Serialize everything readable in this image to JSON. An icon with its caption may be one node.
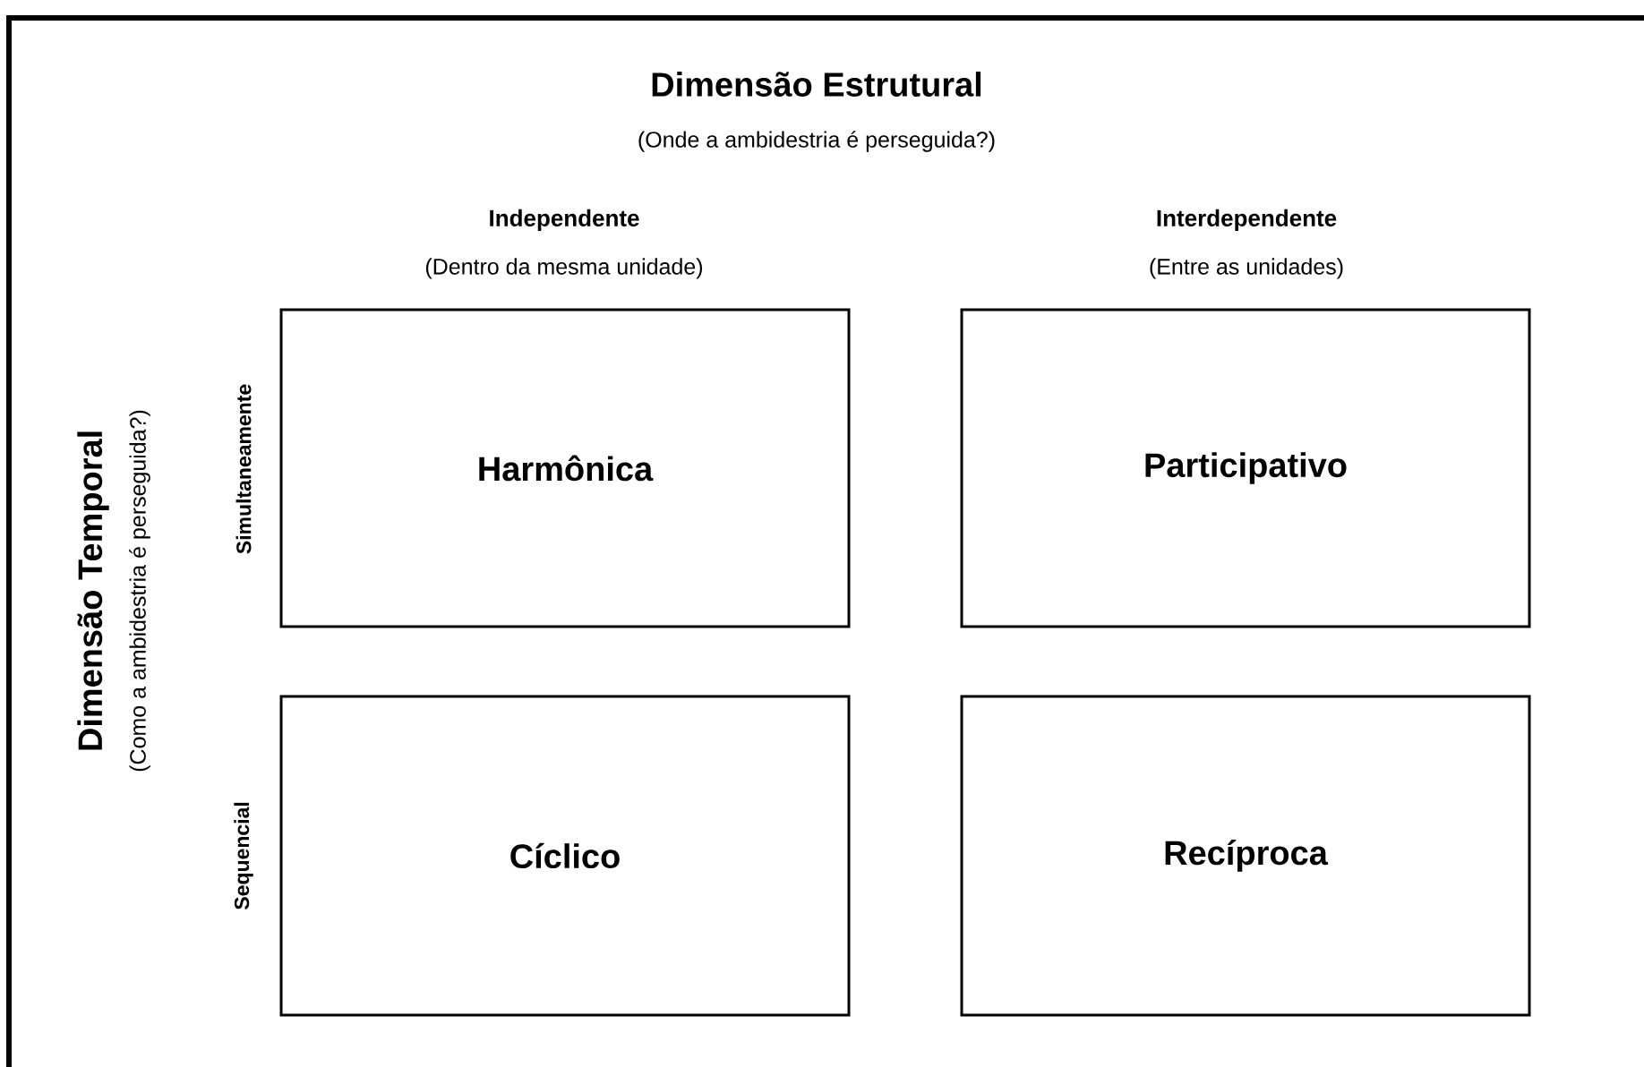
{
  "diagram": {
    "title": "Dimensão Estrutural",
    "nodes": [
      {
        "text": [
          "Harmônica"
        ]
      },
      {
        "text": [
          "Participativo"
        ]
      },
      {
        "text": [
          "Cíclico"
        ]
      },
      {
        "text": [
          "Recíproca"
        ]
      }
    ],
    "labels": [
      "(Onde a ambidestria é perseguida?)",
      "Independente",
      "(Dentro da mesma unidade)",
      "Interdependente",
      "(Entre as unidades)",
      "Dimensão Temporal",
      "(Como a ambidestria é perseguida?)",
      "Simultaneamente",
      "Sequencial"
    ]
  }
}
